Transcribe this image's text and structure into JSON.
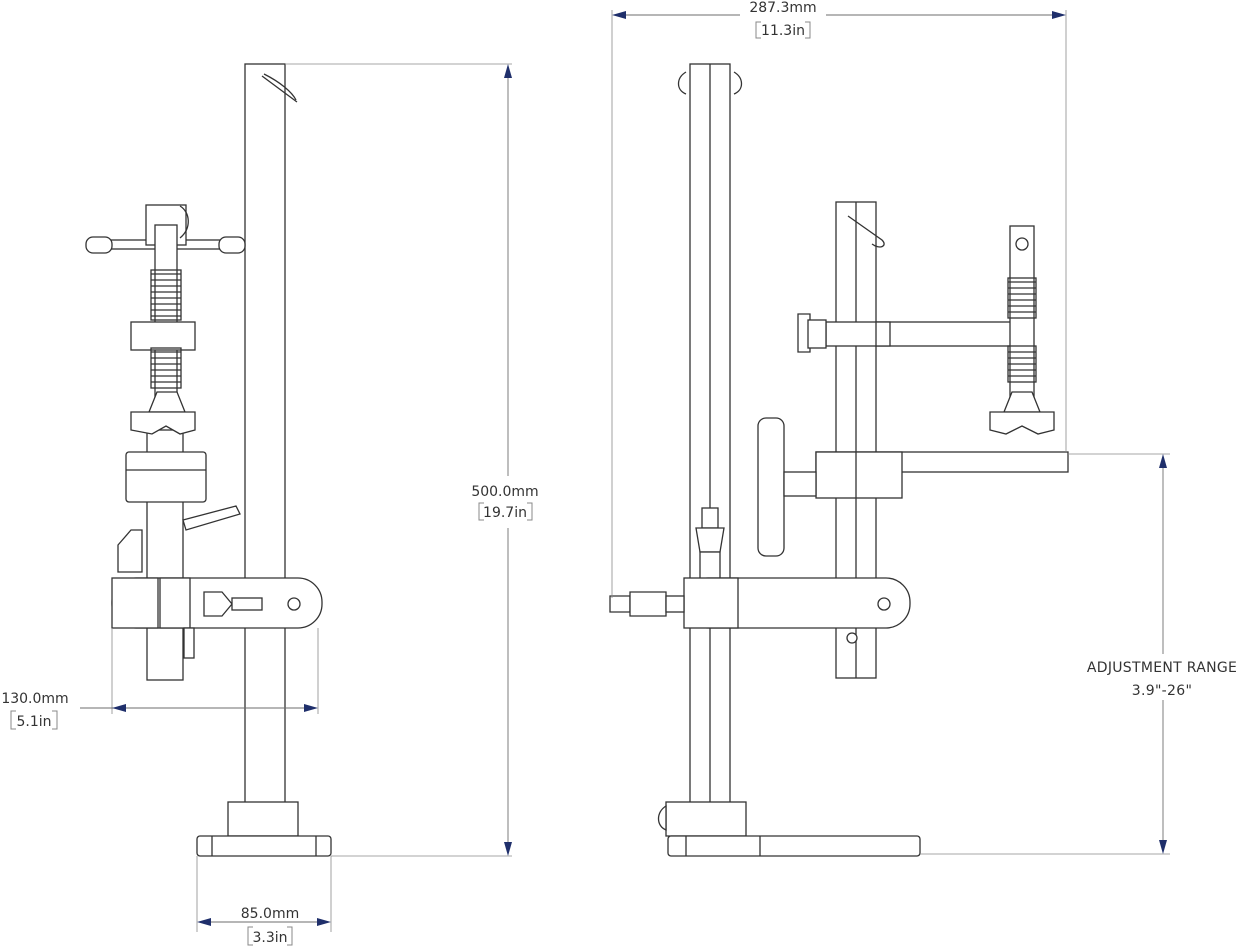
{
  "dimensions": {
    "width_mm": "287.3mm",
    "width_in": "11.3in",
    "height_mm": "500.0mm",
    "height_in": "19.7in",
    "reach_mm": "130.0mm",
    "reach_in": "5.1in",
    "base_mm": "85.0mm",
    "base_in": "3.3in"
  },
  "adjustment": {
    "title": "ADJUSTMENT RANGE",
    "range": "3.9\"-26\""
  },
  "colors": {
    "lines": "#333333",
    "dimension_arrows": "#1f2f6b"
  }
}
